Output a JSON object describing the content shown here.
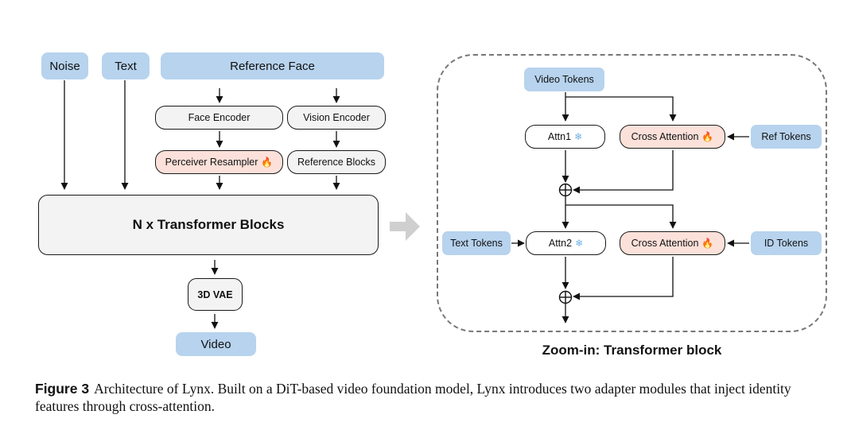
{
  "left": {
    "noise": "Noise",
    "text": "Text",
    "reference_face": "Reference Face",
    "face_encoder": "Face Encoder",
    "vision_encoder": "Vision Encoder",
    "perceiver_resampler": "Perceiver Resampler",
    "reference_blocks": "Reference Blocks",
    "transformer_blocks": "N x Transformer Blocks",
    "vae": "3D VAE",
    "video": "Video"
  },
  "zoom": {
    "title": "Zoom-in: Transformer block",
    "video_tokens": "Video Tokens",
    "attn1": "Attn1",
    "cross_attention_1": "Cross Attention",
    "ref_tokens": "Ref Tokens",
    "text_tokens": "Text Tokens",
    "attn2": "Attn2",
    "cross_attention_2": "Cross Attention",
    "id_tokens": "ID Tokens"
  },
  "icons": {
    "trainable": "fire-icon",
    "frozen": "snowflake-icon"
  },
  "colors": {
    "input_blue": "#b7d3ee",
    "trainable_pink": "#fbe1da",
    "frozen_grey": "#f2f3f2"
  },
  "caption": {
    "label": "Figure 3",
    "text": "Architecture of Lynx. Built on a DiT-based video foundation model, Lynx introduces two adapter modules that inject identity features through cross-attention."
  }
}
